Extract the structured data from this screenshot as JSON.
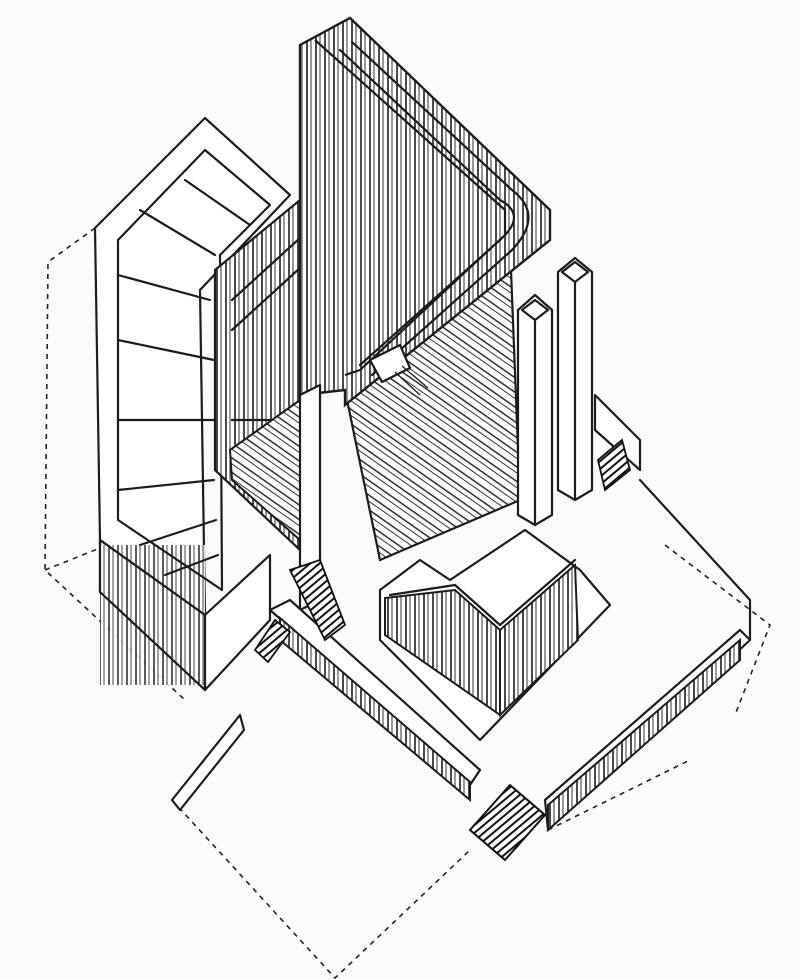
{
  "drawing": {
    "kind": "axonometric architectural drawing",
    "colors": {
      "ink": "#1c1c1c",
      "paper": "#fbfbfa"
    },
    "parts": [
      "west-hall",
      "central-tower",
      "stepped-auditorium",
      "twin-chimneys",
      "lower-stage-block",
      "terrace-wall",
      "entrance-stairs",
      "dashed-outline"
    ]
  }
}
